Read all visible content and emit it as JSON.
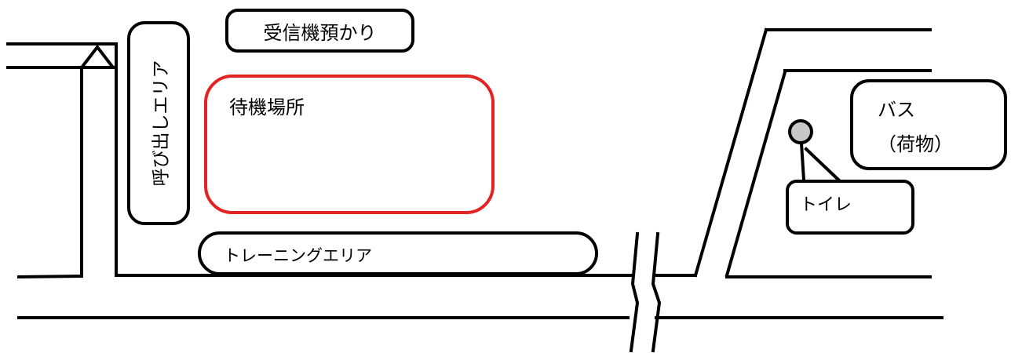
{
  "map": {
    "receiver_storage": "受信機預かり",
    "call_area": "呼び出しエリア",
    "waiting_area": "待機場所",
    "training_area": "トレーニングエリア",
    "bus": "バス",
    "luggage": "（荷物）",
    "toilet": "トイレ",
    "colors": {
      "line": "#000000",
      "waiting_border": "#e32222",
      "toilet_marker": "#c8c8c8"
    }
  }
}
